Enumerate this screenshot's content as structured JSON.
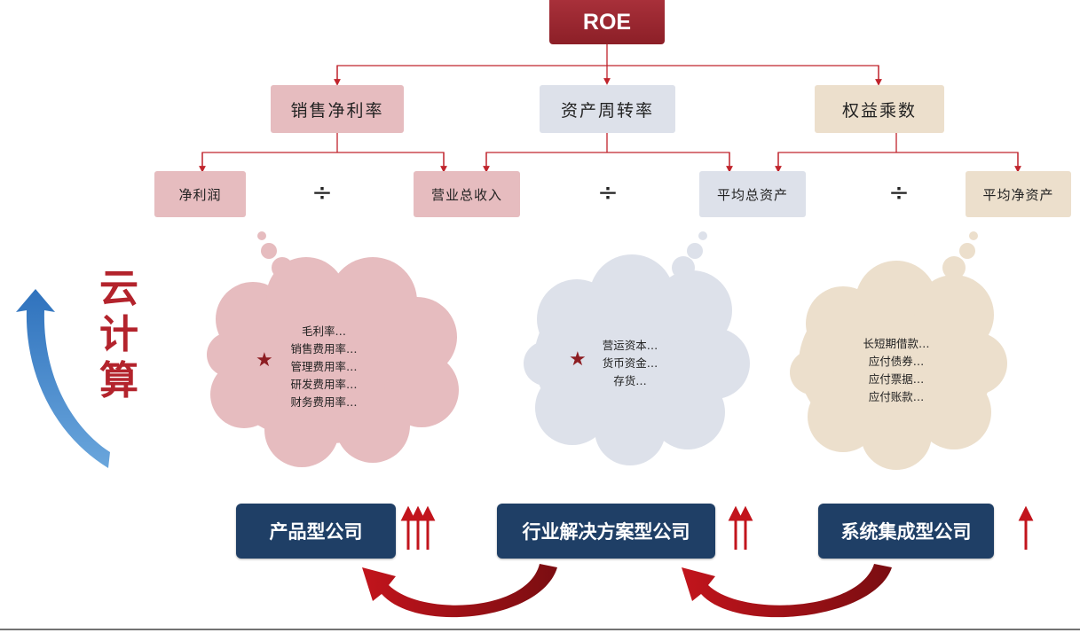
{
  "root": {
    "label": "ROE"
  },
  "level2": {
    "net_margin": "销售净利率",
    "asset_turnover": "资产周转率",
    "equity_multiplier": "权益乘数"
  },
  "level3": {
    "net_profit": "净利润",
    "revenue": "营业总收入",
    "avg_total_assets": "平均总资产",
    "avg_net_assets": "平均净资产"
  },
  "divide_symbol": "÷",
  "side_label": [
    "云",
    "计",
    "算"
  ],
  "clouds": {
    "left": {
      "star": "★",
      "lines": [
        "毛利率…",
        "销售费用率…",
        "管理费用率…",
        "研发费用率…",
        "财务费用率…"
      ]
    },
    "middle": {
      "star": "★",
      "lines": [
        "营运资本…",
        "货币资金…",
        "存货…"
      ]
    },
    "right": {
      "lines": [
        "长短期借款…",
        "应付债券…",
        "应付票据…",
        "应付账款…"
      ]
    }
  },
  "companies": {
    "product": "产品型公司",
    "solution": "行业解决方案型公司",
    "integration": "系统集成型公司"
  },
  "colors": {
    "dark_red": "#8c1f27",
    "pink": "#e6bcbf",
    "blue_gray": "#dde1ea",
    "tan": "#ecdfcc",
    "navy": "#1f3f66",
    "arrow_blue": "#3a7fc4"
  }
}
